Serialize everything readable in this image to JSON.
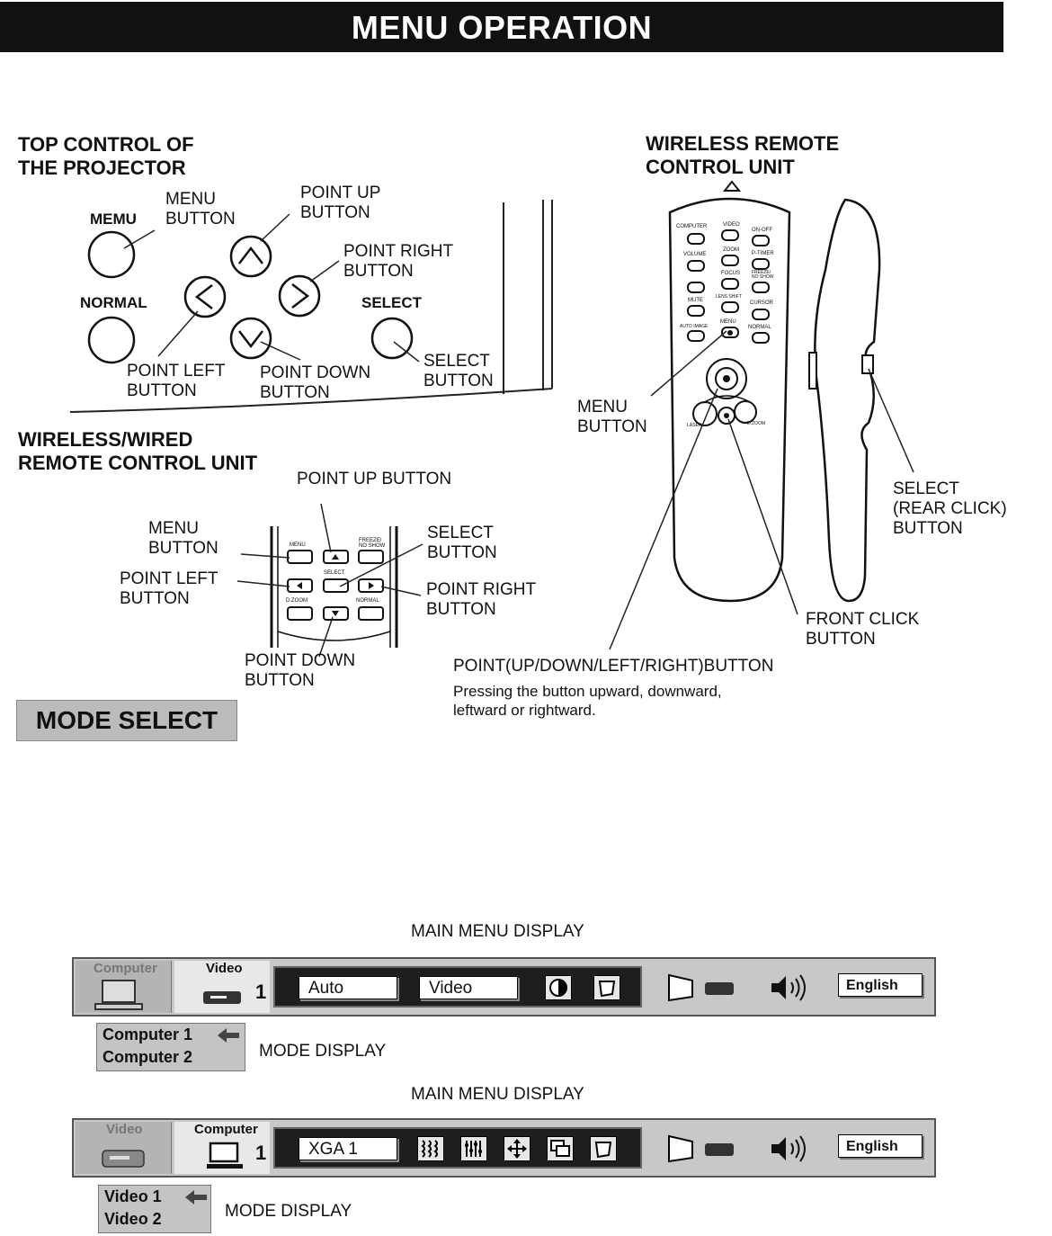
{
  "header": {
    "title": "MENU OPERATION"
  },
  "top_control": {
    "title_line1": "TOP CONTROL OF",
    "title_line2": "THE PROJECTOR",
    "memu_label": "MEMU",
    "normal_label": "NORMAL",
    "select_label": "SELECT",
    "menu_button_1": "MENU",
    "menu_button_2": "BUTTON",
    "point_up_1": "POINT UP",
    "point_up_2": "BUTTON",
    "point_right_1": "POINT RIGHT",
    "point_right_2": "BUTTON",
    "point_left_1": "POINT LEFT",
    "point_left_2": "BUTTON",
    "point_down_1": "POINT DOWN",
    "point_down_2": "BUTTON",
    "select_button_1": "SELECT",
    "select_button_2": "BUTTON"
  },
  "wired_remote": {
    "title_line1": "WIRELESS/WIRED",
    "title_line2": "REMOTE CONTROL UNIT",
    "point_up": "POINT UP BUTTON",
    "menu_button_1": "MENU",
    "menu_button_2": "BUTTON",
    "point_left_1": "POINT LEFT",
    "point_left_2": "BUTTON",
    "select_button_1": "SELECT",
    "select_button_2": "BUTTON",
    "point_right_1": "POINT RIGHT",
    "point_right_2": "BUTTON",
    "point_down_1": "POINT DOWN",
    "point_down_2": "BUTTON",
    "keys": {
      "menu": "MENU",
      "freeze": "FREEZE/",
      "no_show": "NO SHOW",
      "select": "SELECT",
      "dzoom": "D.ZOOM",
      "normal": "NORMAL"
    }
  },
  "wireless_remote": {
    "title_line1": "WIRELESS REMOTE",
    "title_line2": "CONTROL UNIT",
    "menu_button_1": "MENU",
    "menu_button_2": "BUTTON",
    "select_rear_1": "SELECT",
    "select_rear_2": "(REAR CLICK)",
    "select_rear_3": "BUTTON",
    "front_click_1": "FRONT CLICK",
    "front_click_2": "BUTTON",
    "point_title": "POINT(UP/DOWN/LEFT/RIGHT)BUTTON",
    "point_desc_1": "Pressing the button upward, downward,",
    "point_desc_2": "leftward or rightward.",
    "keys": {
      "computer": "COMPUTER",
      "video": "VIDEO",
      "onoff": "ON-OFF",
      "volume": "VOLUME",
      "zoom": "ZOOM",
      "ptimer": "P-TIMER",
      "focus": "FOCUS",
      "freeze": "FREEZE/",
      "no_show": "NO SHOW",
      "mute": "MUTE",
      "lens_shift": "LENS SHIFT",
      "cursor": "CURSOR",
      "auto_image": "AUTO IMAGE",
      "menu": "MENU",
      "normal": "NORMAL",
      "laser": "LASER",
      "dzoom": "D.ZOOM"
    }
  },
  "mode_select": {
    "title": "MODE SELECT"
  },
  "menu1": {
    "caption": "MAIN MENU DISPLAY",
    "tab_inactive": "Computer",
    "tab_active": "Video",
    "number": "1",
    "field1": "Auto",
    "field2": "Video",
    "language": "English",
    "mode_items": [
      "Computer 1",
      "Computer 2"
    ],
    "mode_caption": "MODE DISPLAY"
  },
  "menu2": {
    "caption": "MAIN MENU DISPLAY",
    "tab_inactive": "Video",
    "tab_active": "Computer",
    "number": "1",
    "field1": "XGA 1",
    "language": "English",
    "mode_items": [
      "Video 1",
      "Video 2"
    ],
    "mode_caption": "MODE DISPLAY"
  }
}
